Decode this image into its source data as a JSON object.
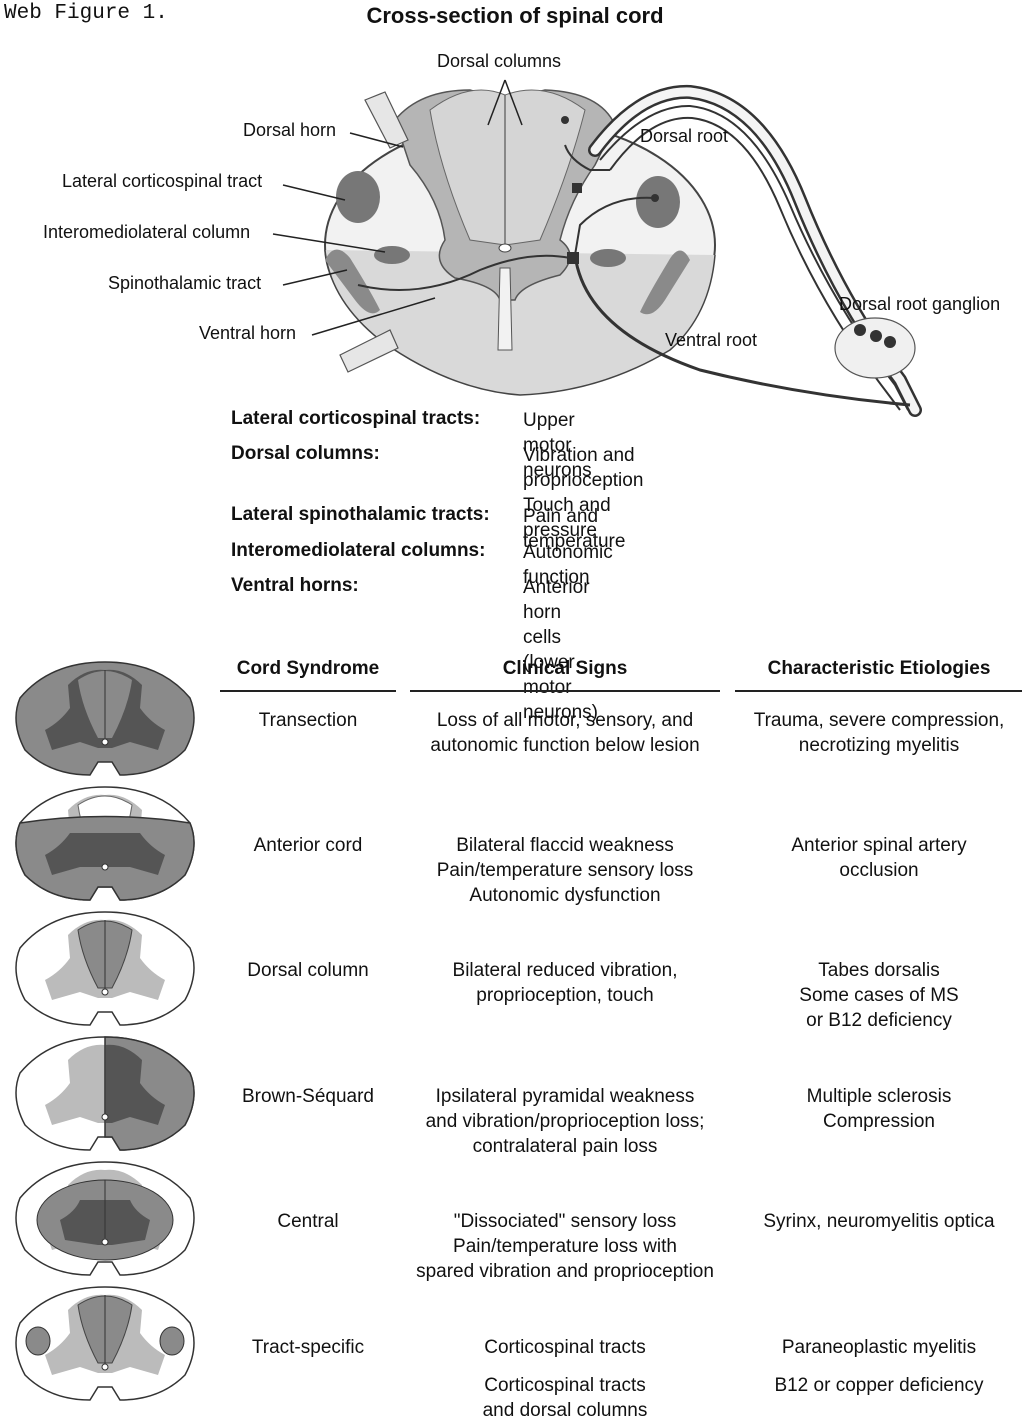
{
  "figure_label": "Web Figure 1.",
  "title": "Cross-section of spinal cord",
  "diagram_labels": {
    "dorsal_columns": "Dorsal columns",
    "dorsal_horn": "Dorsal horn",
    "dorsal_root": "Dorsal root",
    "lateral_corticospinal_tract": "Lateral corticospinal tract",
    "interomediolateral_column": "Interomediolateral column",
    "spinothalamic_tract": "Spinothalamic tract",
    "ventral_horn": "Ventral horn",
    "dorsal_root_ganglion": "Dorsal root ganglion",
    "ventral_root": "Ventral root"
  },
  "legend": [
    {
      "key": "Lateral corticospinal tracts:",
      "value": "Upper motor neurons"
    },
    {
      "key": "Dorsal columns:",
      "value": "Vibration and proprioception\nTouch and pressure"
    },
    {
      "key": "Lateral spinothalamic tracts:",
      "value": "Pain and temperature"
    },
    {
      "key": "Interomediolateral columns:",
      "value": "Autonomic function"
    },
    {
      "key": "Ventral horns:",
      "value": "Anterior horn cells\n(lower motor neurons)"
    }
  ],
  "table": {
    "headers": [
      "Cord Syndrome",
      "Clinical Signs",
      "Characteristic Etiologies"
    ],
    "rows": [
      {
        "syndrome": "Transection",
        "signs": "Loss of all motor, sensory, and\nautonomic function below lesion",
        "etiology": "Trauma, severe compression,\nnecrotizing myelitis"
      },
      {
        "syndrome": "Anterior cord",
        "signs": "Bilateral flaccid weakness\nPain/temperature sensory loss\nAutonomic dysfunction",
        "etiology": "Anterior spinal artery\nocclusion"
      },
      {
        "syndrome": "Dorsal column",
        "signs": "Bilateral reduced vibration,\nproprioception, touch",
        "etiology": "Tabes dorsalis\nSome cases of MS\nor B12 deficiency"
      },
      {
        "syndrome": "Brown-Séquard",
        "signs": "Ipsilateral pyramidal weakness\nand vibration/proprioception loss;\ncontralateral pain loss",
        "etiology": "Multiple sclerosis\nCompression"
      },
      {
        "syndrome": "Central",
        "signs": "\"Dissociated\" sensory loss\nPain/temperature loss with\nspared vibration and proprioception",
        "etiology": "Syrinx, neuromyelitis optica"
      },
      {
        "syndrome": "Tract-specific",
        "signs": "Corticospinal tracts",
        "etiology": "Paraneoplastic myelitis"
      }
    ],
    "extra_row": {
      "signs": "Corticospinal tracts\nand dorsal columns",
      "etiology": "B12 or copper deficiency"
    }
  }
}
